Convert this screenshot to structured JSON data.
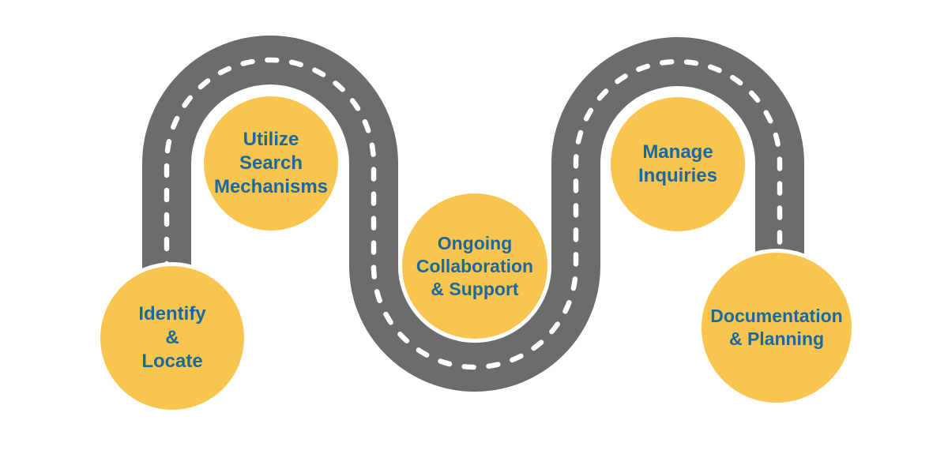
{
  "colors": {
    "background": "#FFFFFF",
    "road": "#6B6C6D",
    "road_dash": "#FFFFFF",
    "circle_fill": "#FAC54F",
    "circle_border": "#FFFFFF",
    "label_text": "#19699E"
  },
  "steps": [
    {
      "lines": [
        "Identify",
        "&",
        "Locate"
      ]
    },
    {
      "lines": [
        "Utilize",
        "Search",
        "Mechanisms"
      ]
    },
    {
      "lines": [
        "Ongoing",
        "Collaboration",
        "& Support"
      ]
    },
    {
      "lines": [
        "Manage",
        "Inquiries"
      ]
    },
    {
      "lines": [
        "Documentation",
        "& Planning"
      ]
    }
  ]
}
